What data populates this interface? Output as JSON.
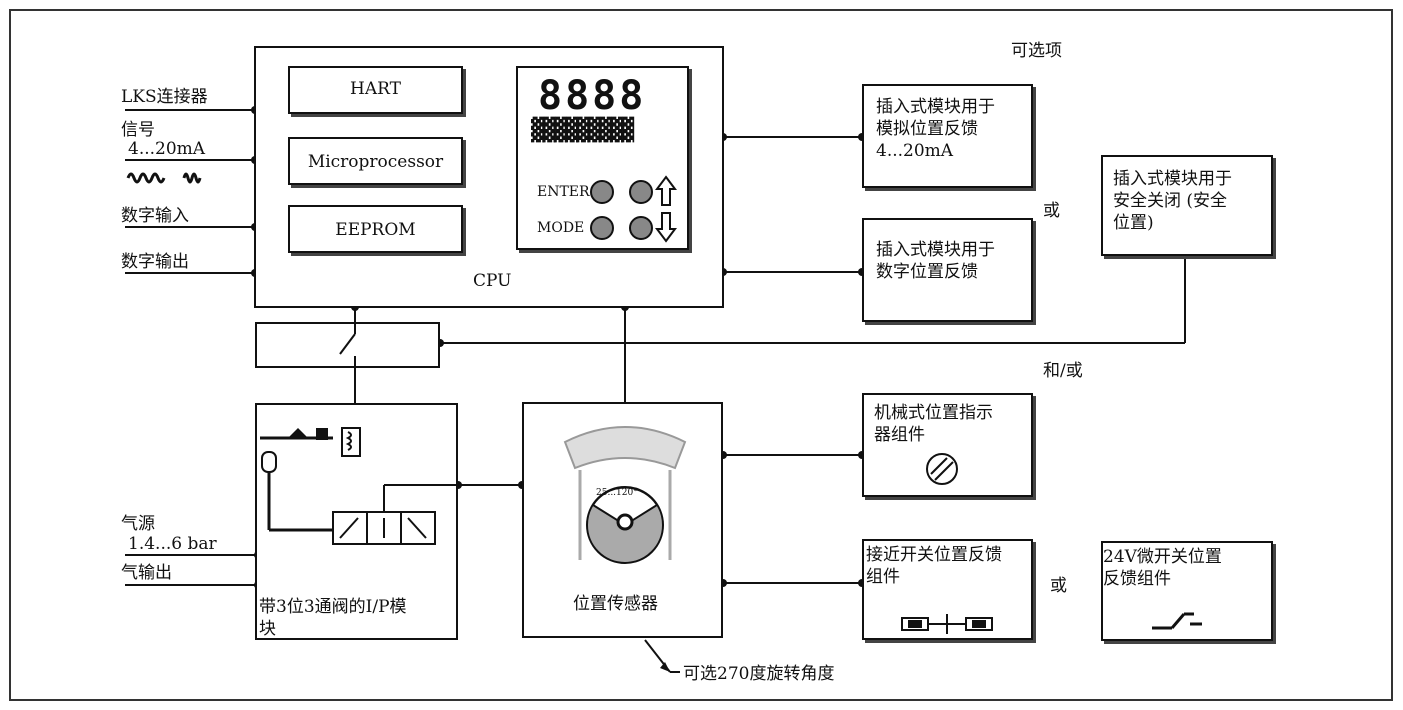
{
  "cpu": {
    "label": "CPU",
    "hart": "HART",
    "microprocessor": "Microprocessor",
    "eeprom": "EEPROM",
    "display_digits": "8888",
    "display_matrix": "▓▓▓▓▓▓▓▓▓",
    "enter": "ENTER",
    "mode": "MODE"
  },
  "inputs": {
    "lks": "LKS连接器",
    "signal": "信号",
    "signal_range": "4...20mA",
    "digital_in": "数字输入",
    "digital_out": "数字输出",
    "air_supply": "气源",
    "air_range": "1.4...6 bar",
    "air_out": "气输出"
  },
  "ip_module": {
    "label": "带3位3通阀的I/P模\n块"
  },
  "sensor": {
    "label": "位置传感器",
    "dial": "25...120°",
    "note": "可选270度旋转角度"
  },
  "options": {
    "title": "可选项",
    "analog": "插入式模块用于\n模拟位置反馈\n4...20mA",
    "or1": "或",
    "digital": "插入式模块用于\n数字位置反馈",
    "safety": "插入式模块用于\n安全关闭 (安全\n位置)",
    "and_or": "和/或",
    "mechanical": "机械式位置指示\n器组件",
    "proximity": "接近开关位置反馈\n组件",
    "or2": "或",
    "micro_switch": "24V微开关位置\n反馈组件"
  }
}
